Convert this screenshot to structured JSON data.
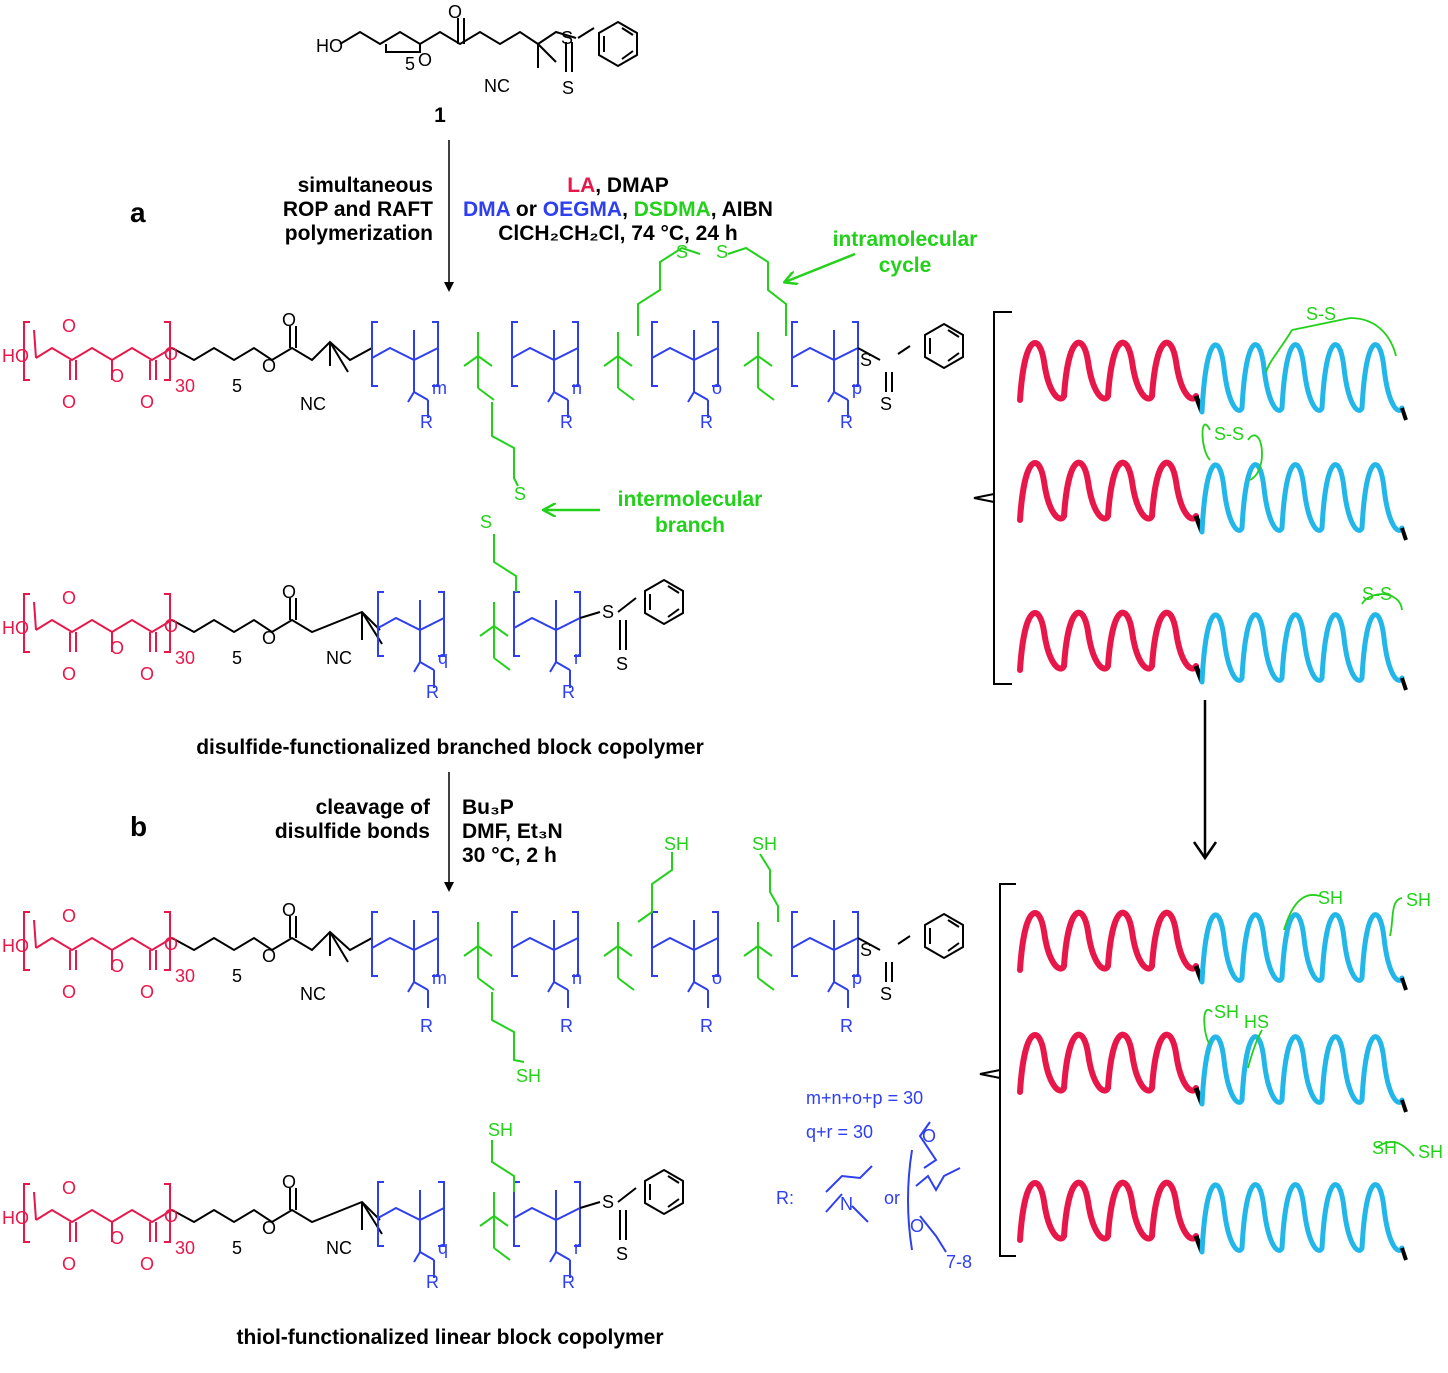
{
  "compound": {
    "number": "1",
    "labels": {
      "ho": "HO",
      "sub5": "5",
      "o": "O",
      "s": "S",
      "nc": "NC"
    }
  },
  "step_a": {
    "letter": "a",
    "left_lines": [
      "simultaneous",
      "ROP and RAFT",
      "polymerization"
    ],
    "reagents_line1_red": "LA",
    "reagents_line1_rest": ", DMAP",
    "reagents_line2": [
      {
        "text": "DMA",
        "color": "blue"
      },
      {
        "text": " or ",
        "color": "black"
      },
      {
        "text": "OEGMA",
        "color": "blue"
      },
      {
        "text": ", ",
        "color": "black"
      },
      {
        "text": "DSDMA",
        "color": "green"
      },
      {
        "text": ", AIBN",
        "color": "black"
      }
    ],
    "reagents_line3": "ClCH₂CH₂Cl, 74 °C, 24 h"
  },
  "annotations": {
    "intramolecular": [
      "intramolecular",
      "cycle"
    ],
    "intermolecular": [
      "intermolecular",
      "branch"
    ]
  },
  "polymer_labels": {
    "ho": "HO",
    "o": "O",
    "sub30": "30",
    "sub5": "5",
    "nc": "NC",
    "s": "S",
    "r": "R",
    "sh": "SH",
    "hs": "HS",
    "ss": "S-S",
    "sm": "m",
    "sn": "n",
    "so": "o",
    "sp": "p",
    "sq": "q",
    "sr": "r"
  },
  "product_a_title": "disulfide-functionalized branched block copolymer",
  "step_b": {
    "letter": "b",
    "left_lines": [
      "cleavage of",
      "disulfide bonds"
    ],
    "reagent_lines": [
      "Bu₃P",
      "DMF, Et₃N",
      "30 °C, 2 h"
    ]
  },
  "product_b_title": "thiol-functionalized linear block copolymer",
  "stoichiometry": [
    "m+n+o+p = 30",
    "q+r = 30"
  ],
  "r_group": {
    "prefix": "R:",
    "or": "or",
    "n": "N",
    "o": "O",
    "sub": "7-8"
  },
  "colors": {
    "red": "#e8174a",
    "blue": "#2e3ff0",
    "green": "#23d11b",
    "cyan": "#23b6e8",
    "black": "#000000"
  }
}
